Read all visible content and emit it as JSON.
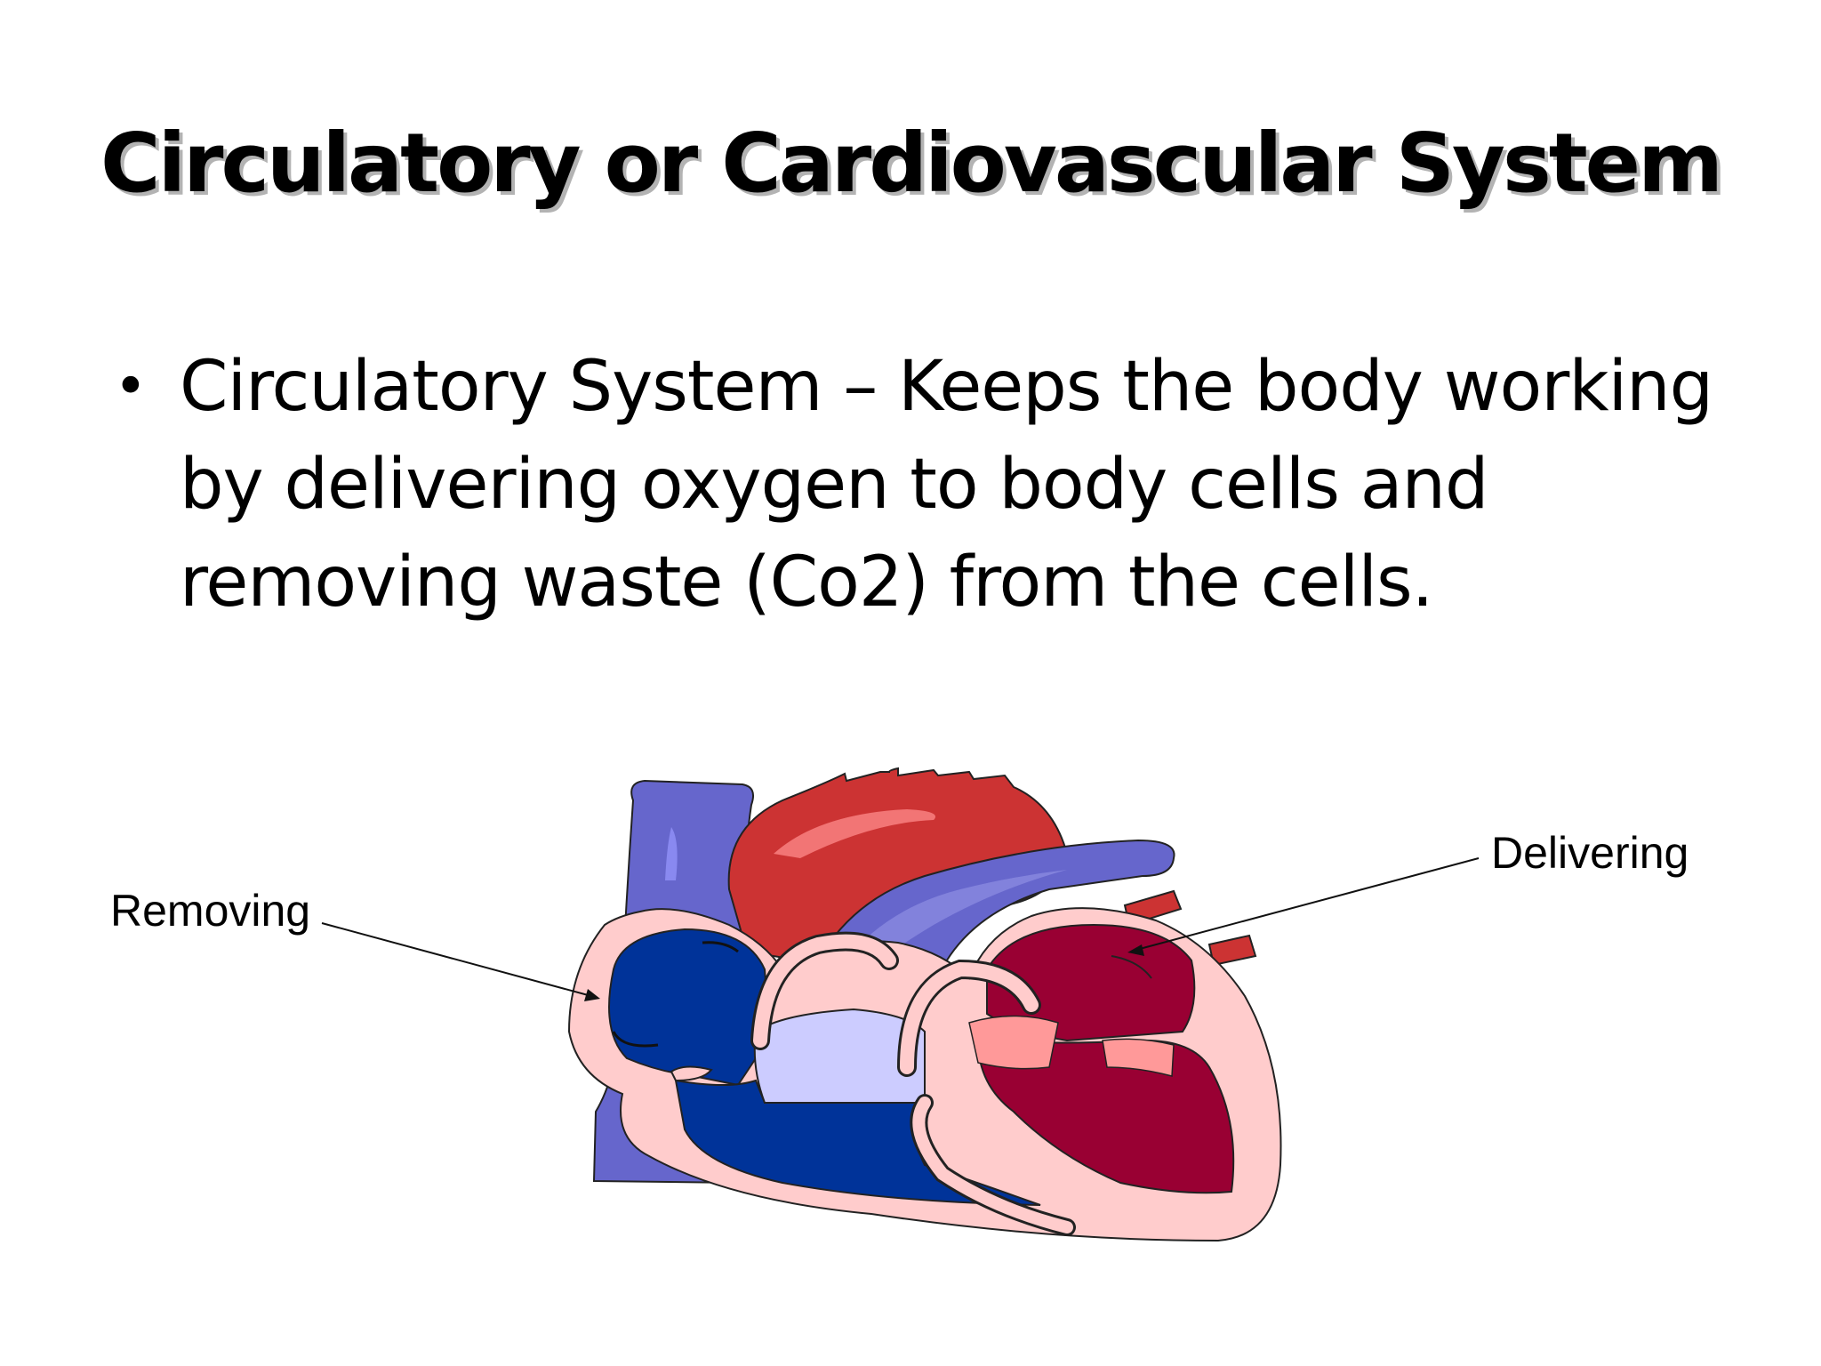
{
  "slide": {
    "title": "Circulatory or Cardiovascular System",
    "bullets": [
      {
        "marker": "•",
        "lines": [
          "Circulatory System – Keeps the body working",
          "by delivering oxygen to body cells and",
          "removing waste (Co2) from the cells."
        ]
      }
    ]
  },
  "diagram": {
    "labels": {
      "removing": "Removing",
      "delivering": "Delivering"
    },
    "colors": {
      "oxygen_poor_blue": "#003399",
      "vein_blue": "#6666cc",
      "light_blue": "#ccccff",
      "aorta_red": "#cc3333",
      "oxygen_rich_red": "#990033",
      "wall_pink": "#ffcccc",
      "valve_pink": "#ff9999"
    }
  }
}
